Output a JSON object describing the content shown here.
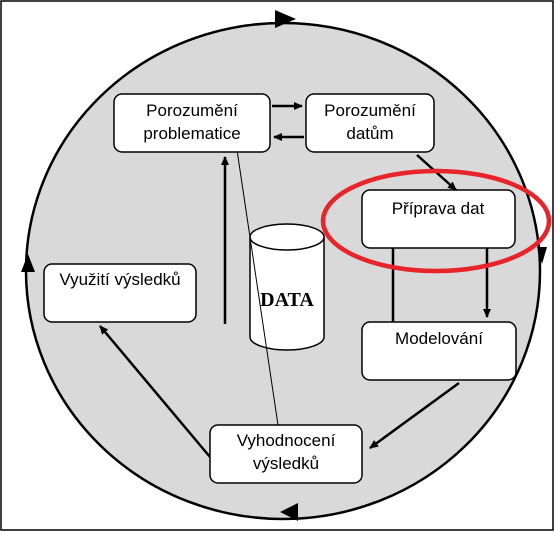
{
  "diagram": {
    "stages": {
      "business_understanding": [
        "Porozumění",
        "problematice"
      ],
      "data_understanding": [
        "Porozumění",
        "datům"
      ],
      "data_preparation": [
        "Příprava dat"
      ],
      "modeling": [
        "Modelování"
      ],
      "evaluation": [
        "Vyhodnocení",
        "výsledků"
      ],
      "deployment": [
        "Využití výsledků"
      ]
    },
    "data_store_label": "DATA",
    "highlighted_stage": "data_preparation",
    "colors": {
      "circle_fill": "#d9d9d9",
      "box_fill": "#ffffff",
      "stroke": "#000000",
      "highlight": "#e8232a"
    }
  }
}
